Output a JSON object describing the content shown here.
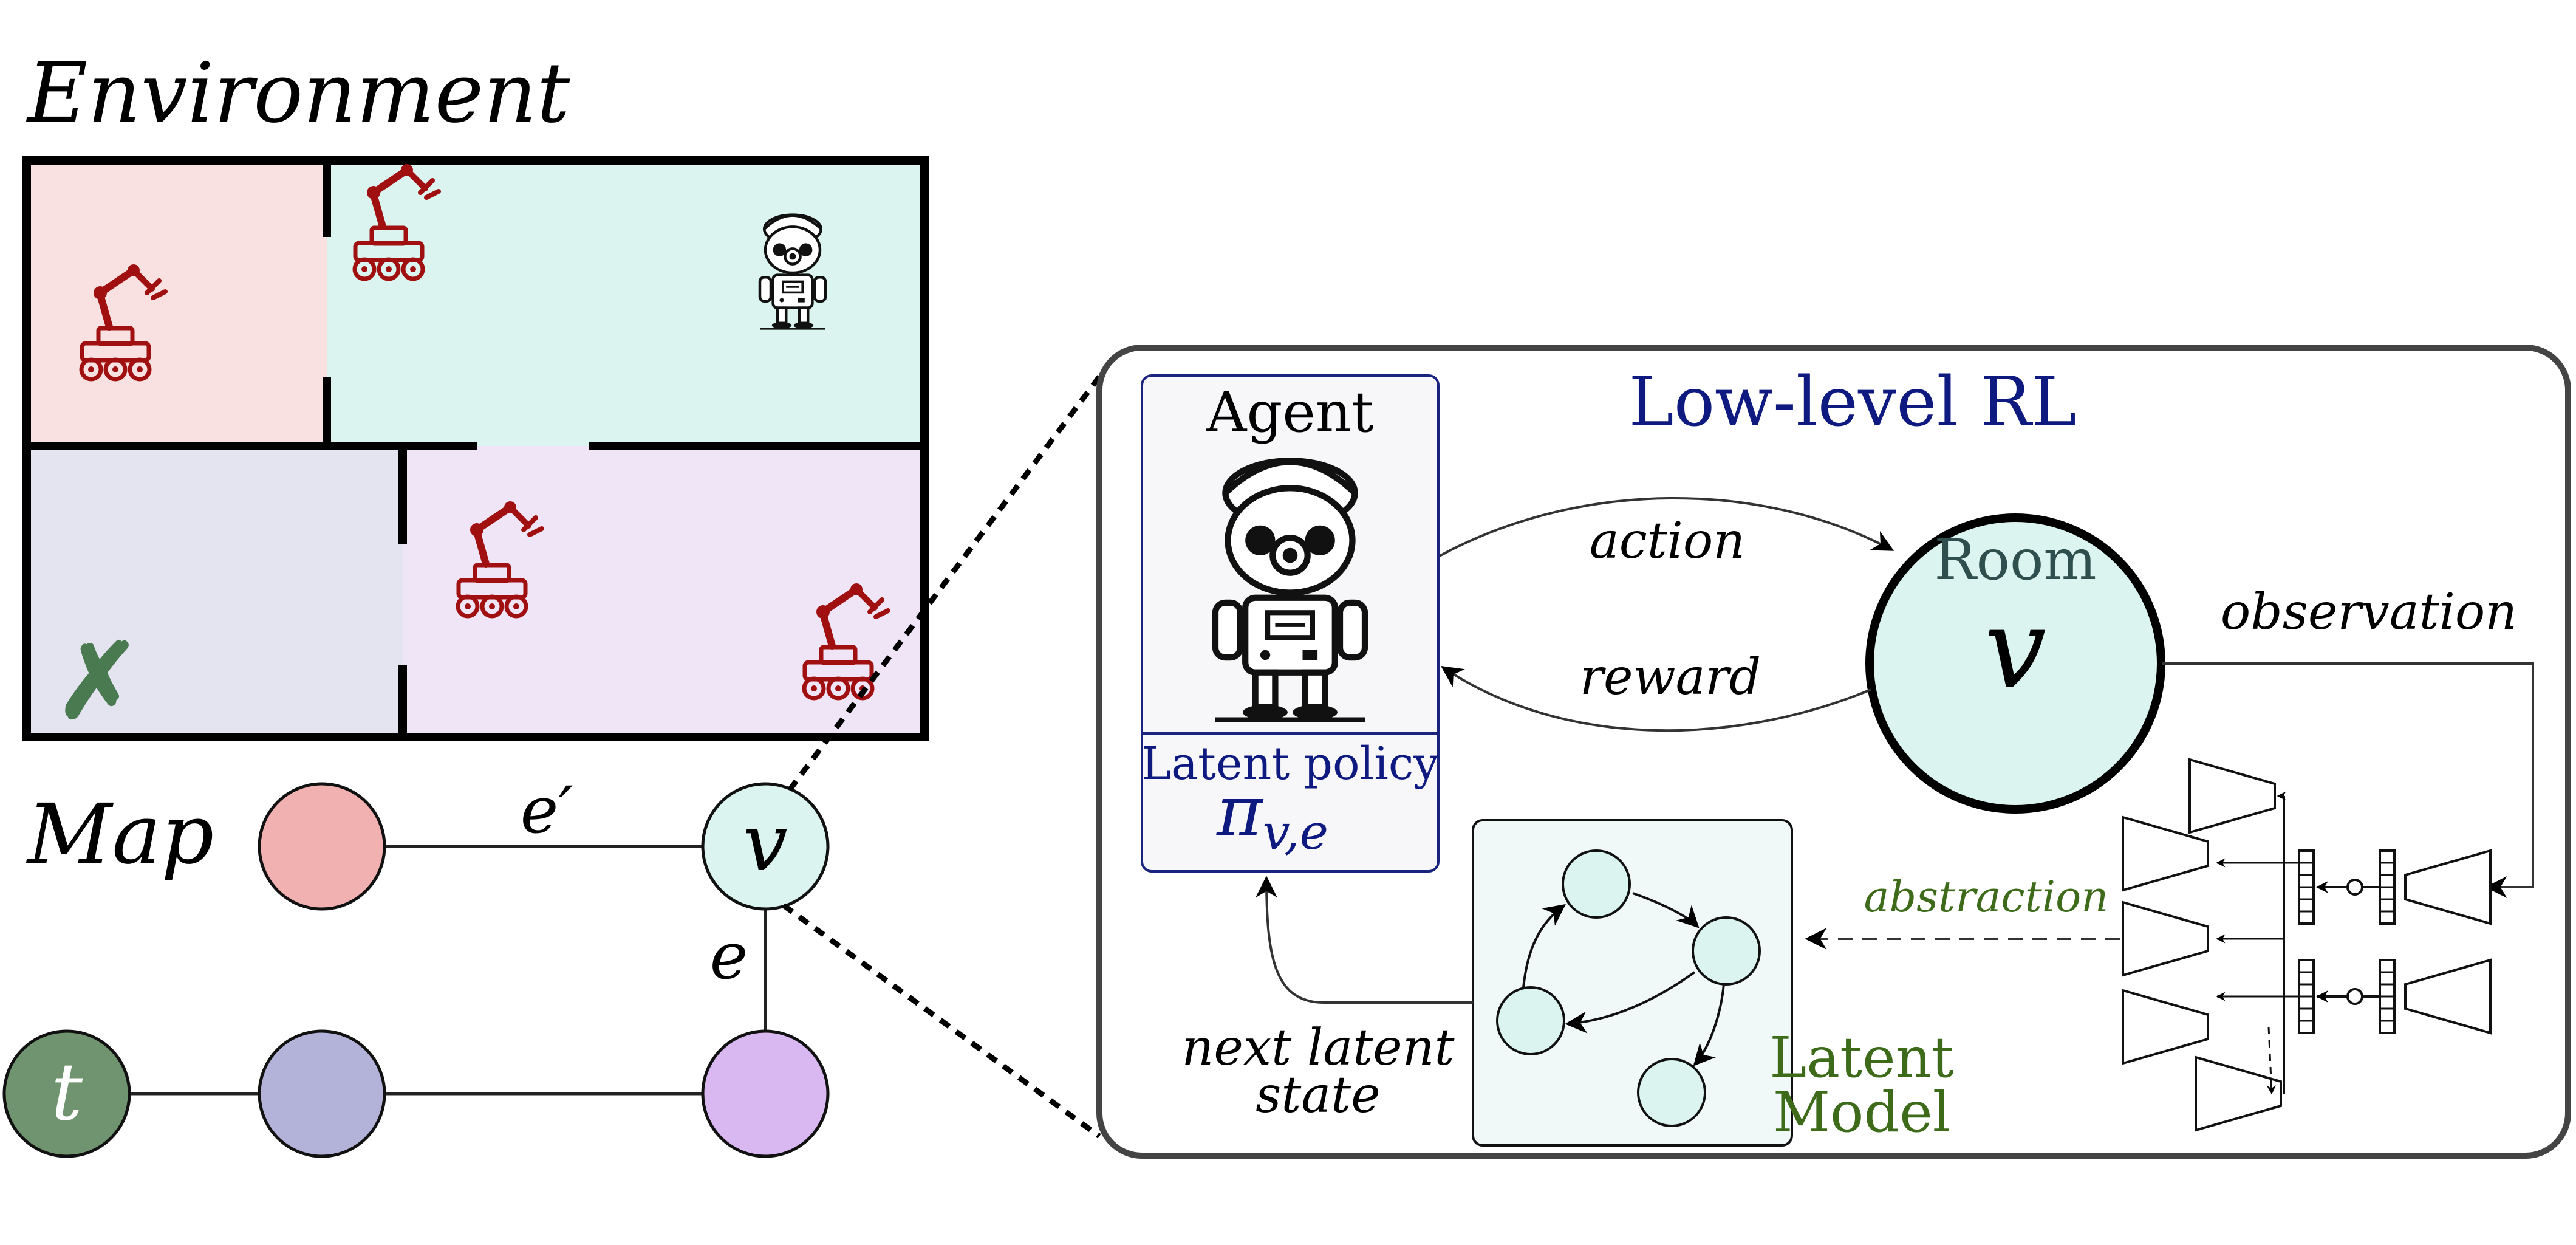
{
  "environment": {
    "title": "Environment",
    "rooms": [
      {
        "id": "room-top-left",
        "color": "#f9e1e1"
      },
      {
        "id": "room-top-right",
        "color": "#dbf4f0"
      },
      {
        "id": "room-bottom-left",
        "color": "#e4e4f0"
      },
      {
        "id": "room-bottom-right",
        "color": "#efe5f7"
      }
    ],
    "goal_mark": "✗",
    "goal_color": "#4a7a4f",
    "robot_arm_color": "#a01010"
  },
  "map": {
    "title": "Map",
    "nodes": [
      {
        "id": "node-pink",
        "label": "",
        "color": "#f2b1b1"
      },
      {
        "id": "node-v",
        "label": "v",
        "color": "#dbf4f0"
      },
      {
        "id": "node-t",
        "label": "t",
        "color": "#6f946f"
      },
      {
        "id": "node-blue",
        "label": "",
        "color": "#b3b3d9"
      },
      {
        "id": "node-purple",
        "label": "",
        "color": "#d9b8f2"
      }
    ],
    "edge_labels": {
      "e_prime": "e′",
      "e": "e"
    }
  },
  "low_level": {
    "title": "Low-level RL",
    "title_color": "#0f1a80",
    "agent_label": "Agent",
    "policy_label": "Latent policy",
    "policy_symbol": "π",
    "policy_subscript": "v,e",
    "policy_color": "#0f1a80",
    "room_label": "Room",
    "room_symbol": "v",
    "room_color": "#dbf4f0",
    "action_label": "action",
    "reward_label": "reward",
    "observation_label": "observation",
    "abstraction_label": "abstraction",
    "abstraction_color": "#3d6b1a",
    "next_latent_label_1": "next latent",
    "next_latent_label_2": "state",
    "latent_model_label_1": "Latent",
    "latent_model_label_2": "Model",
    "latent_model_color": "#3d6b1a",
    "latent_node_color": "#dbf4f0"
  }
}
